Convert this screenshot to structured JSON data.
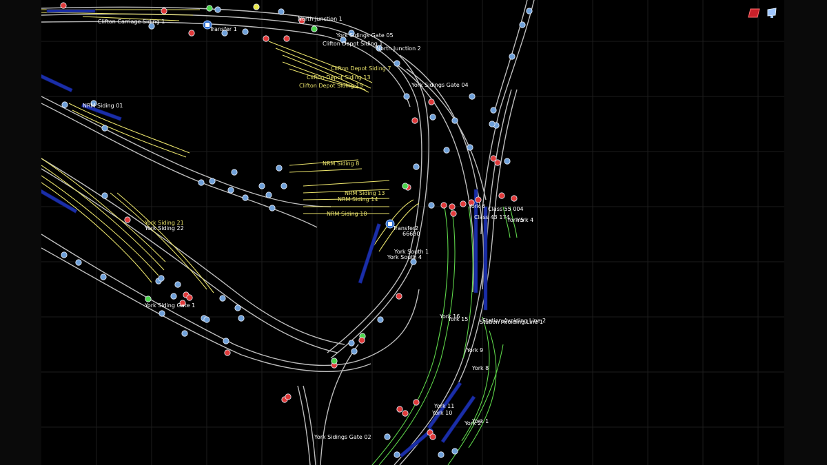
{
  "colors": {
    "background": "#000000",
    "track": "#c8c8c8",
    "siding_track": "#e7e06a",
    "platform_track": "#5dd44a",
    "signal_clear": "#6fa0d8",
    "signal_danger": "#e03a3a",
    "signal_proceed": "#4cd44c",
    "signal_caution": "#e8e84a",
    "train": "#1a2ea8",
    "label": "#ffffff",
    "grid": "#1e1e1e"
  },
  "toolbar": {
    "eraser_icon": "eraser-icon",
    "screen_icon": "monitor-icon"
  },
  "labels": {
    "north_junction_1": "North Junction 1",
    "north_junction_2": "North Junction 2",
    "clifton_carriage_siding_1": "Clifton Carriage Siding 1",
    "york_sidings_gate_05": "York Sidings Gate 05",
    "clifton_depot_siding_1": "Clifton Depot Siding 1",
    "clifton_depot_siding_7": "Clifton Depot Siding 7",
    "clifton_depot_siding_13": "Clifton Depot Siding 13",
    "clifton_depot_siding_15": "Clifton Depot Siding 15",
    "transfer_1": "Transfer 1",
    "transfer_2": "Transfer2",
    "york_sidings_gate_04": "York Sidings Gate 04",
    "nrm_siding_01": "NRM Siding 01",
    "nrm_siding_8": "NRM Siding 8",
    "nrm_siding_13": "NRM Siding 13",
    "nrm_siding_14": "NRM Siding 14",
    "nrm_siding_18": "NRM Siding 18",
    "york_siding_21": "York Siding 21",
    "york_siding_22": "York Siding 22",
    "york_siding_gate_1": "York Siding Gate 1",
    "york_south_1": "York South 1",
    "york_south_4": "York South 4",
    "train_66690": "66690",
    "york_9": "York 9",
    "york_8": "York 8",
    "york_11": "York 11",
    "york_10": "York 10",
    "york_1": "York 1",
    "york_2": "York 2",
    "york_15": "York 15",
    "york_16": "York 16",
    "york_4": "York 4",
    "york_5": "York 5",
    "station_avoiding_line_1": "Station Avoiding Line 1",
    "station_avoiding_line_2": "Station Avoiding Line 2",
    "york_sidings_gate_02": "York Sidings Gate 02",
    "class_55_004": "Class 55 004",
    "class_43_174": "Class 43 174",
    "york_6": "York 6"
  }
}
